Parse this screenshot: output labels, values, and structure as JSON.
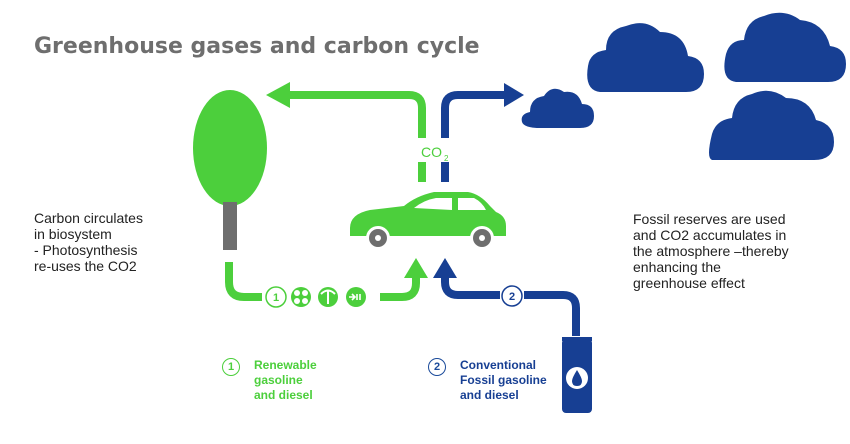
{
  "title": "Greenhouse gases and carbon cycle",
  "left_text": [
    "Carbon circulates",
    "in biosystem",
    "- Photosynthesis",
    "re-uses the CO2"
  ],
  "right_text": [
    "Fossil reserves are used",
    "and CO2  accumulates in",
    "the atmosphere –thereby",
    "enhancing the",
    "greenhouse effect"
  ],
  "co2_label": "CO",
  "co2_subscript": "2",
  "path_number_1": "1",
  "path_number_2": "2",
  "legend": [
    {
      "number": "1",
      "lines": [
        "Renewable",
        "gasoline",
        "and diesel"
      ]
    },
    {
      "number": "2",
      "lines": [
        "Conventional",
        "Fossil gasoline",
        "and diesel"
      ]
    }
  ],
  "icons": [
    "tree-icon",
    "car-icon",
    "cloud-icon",
    "fan-icon",
    "palm-icon",
    "waste-icon",
    "oil-barrel-icon"
  ],
  "colors": {
    "green": "#4ccf3c",
    "blue": "#173f93",
    "car": "#4ccf3c",
    "title": "#6e6e6e"
  }
}
